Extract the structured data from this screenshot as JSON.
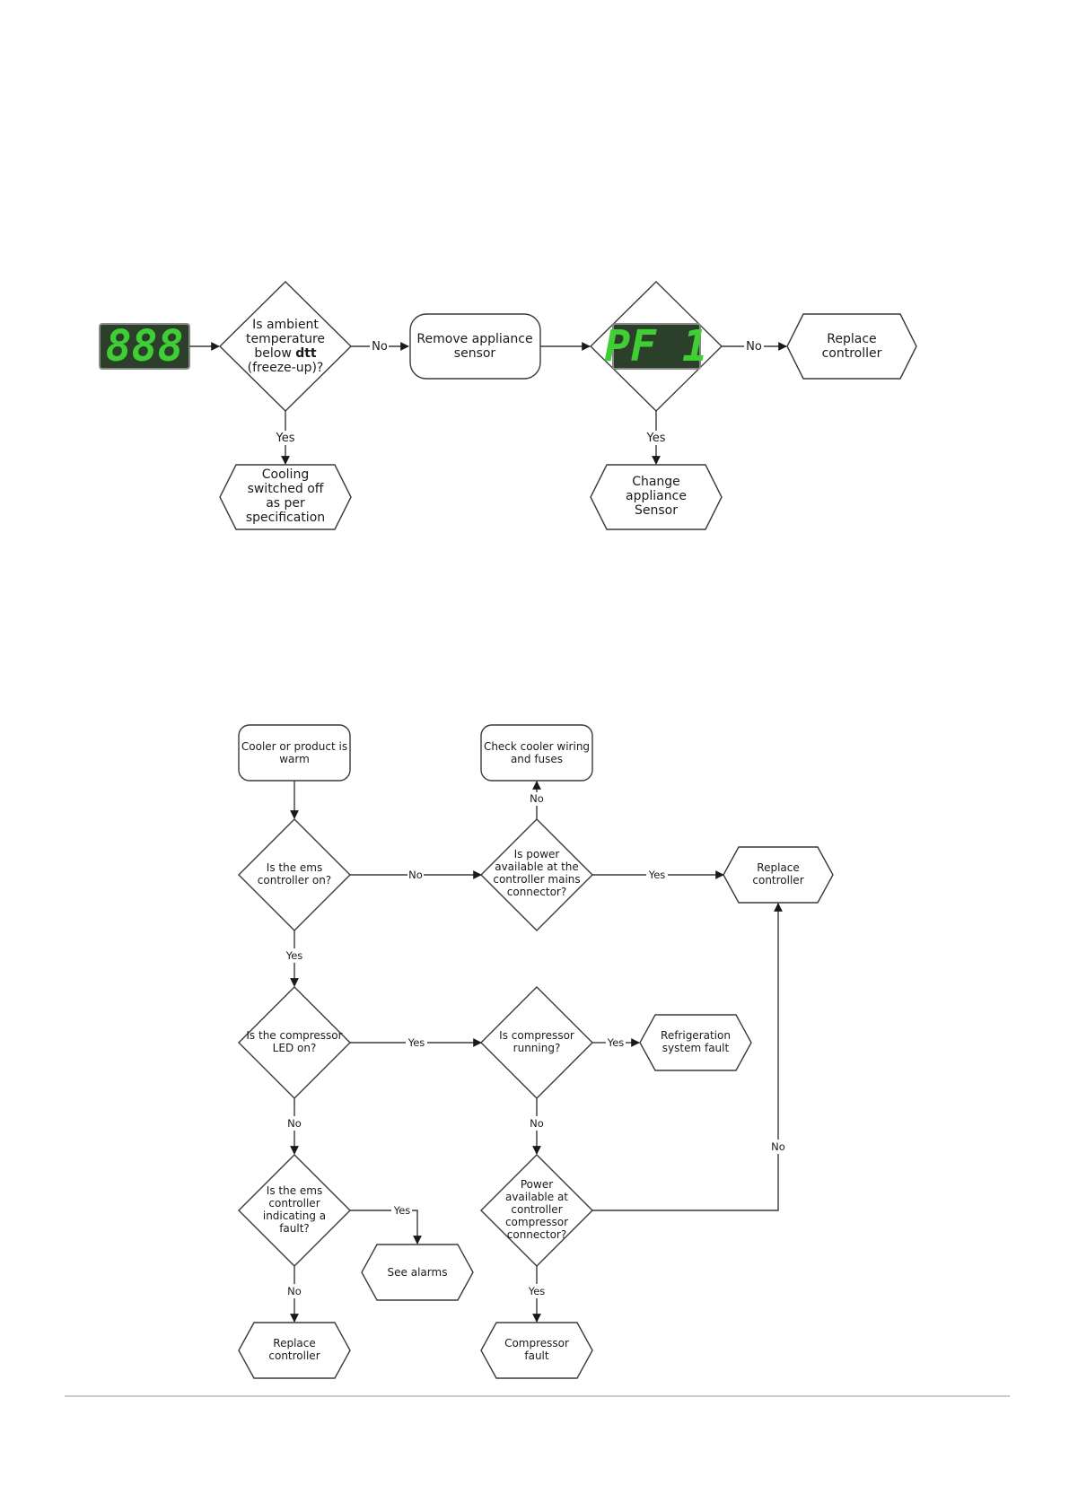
{
  "flowchart_top": {
    "display_start": "888",
    "decision_ambient": [
      "Is ambient",
      "temperature",
      "below ",
      "dtt",
      "(freeze-up)?"
    ],
    "edge_no_1": "No",
    "edge_yes_1": "Yes",
    "terminal_cooling": [
      "Cooling",
      "switched off",
      "as per",
      "specification"
    ],
    "process_remove": [
      "Remove appliance",
      "sensor"
    ],
    "display_pf": "PF 1",
    "edge_no_2": "No",
    "edge_yes_2": "Yes",
    "terminal_replace": [
      "Replace",
      "controller"
    ],
    "terminal_change": [
      "Change",
      "appliance",
      "Sensor"
    ]
  },
  "flowchart_bottom": {
    "start_cooler": [
      "Cooler or product is",
      "warm"
    ],
    "decision_ems_on": [
      "Is the ems",
      "controller  on?"
    ],
    "label_no_ems": "No",
    "decision_power_mains": [
      "Is power",
      "available at the",
      "controller mains",
      "connector?"
    ],
    "label_no_power": "No",
    "check_wiring": [
      "Check cooler wiring",
      "and fuses"
    ],
    "label_yes_power": "Yes",
    "replace_controller_right": [
      "Replace",
      "controller"
    ],
    "label_yes_ems": "Yes",
    "decision_led": [
      "Is the compressor",
      "LED on?"
    ],
    "label_yes_led": "Yes",
    "decision_running": [
      "Is compressor",
      "running?"
    ],
    "label_yes_running": "Yes",
    "refrigeration_fault": [
      "Refrigeration",
      "system fault"
    ],
    "label_no_led": "No",
    "label_no_running": "No",
    "decision_fault": [
      "Is the ems",
      "controller",
      "indicating a",
      "fault?"
    ],
    "label_yes_fault": "Yes",
    "see_alarms": "See alarms",
    "decision_power_comp": [
      "Power",
      "available at",
      "controller",
      "compressor",
      "connector?"
    ],
    "label_no_comp": "No",
    "label_no_fault": "No",
    "replace_controller_bottom": [
      "Replace",
      "controller"
    ],
    "label_yes_comp": "Yes",
    "compressor_fault": [
      "Compressor",
      "fault"
    ]
  }
}
